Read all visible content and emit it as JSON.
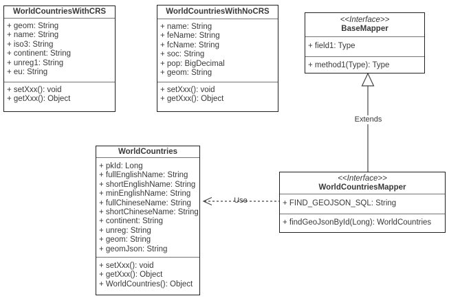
{
  "classes": {
    "with_crs": {
      "title": "WorldCountriesWithCRS",
      "attributes": [
        "+ geom: String",
        "+ name: String",
        "+ iso3: String",
        "+ continent: String",
        "+ unreg1: String",
        "+ eu: String"
      ],
      "methods": [
        "+ setXxx(): void",
        "+ getXxx(): Object"
      ]
    },
    "no_crs": {
      "title": "WorldCountriesWithNoCRS",
      "attributes": [
        "+ name: String",
        "+ feName: String",
        "+ fcName: String",
        "+ soc: String",
        "+ pop: BigDecimal",
        "+ geom: String"
      ],
      "methods": [
        "+ setXxx(): void",
        "+ getXxx(): Object"
      ]
    },
    "base_mapper": {
      "stereotype": "<<Interface>>",
      "title": "BaseMapper",
      "attributes": [
        "+ field1: Type"
      ],
      "methods": [
        "+ method1(Type): Type"
      ]
    },
    "world_countries": {
      "title": "WorldCountries",
      "attributes": [
        "+ pkId: Long",
        "+ fullEnglishName: String",
        "+ shortEnglishName: String",
        "+ minEnglishName: String",
        "+ fullChineseName: String",
        "+ shortChineseName: String",
        "+ continent: String",
        "+ unreg: String",
        "+ geom: String",
        "+ geomJson: String"
      ],
      "methods": [
        "+ setXxx(): void",
        "+ getXxx(): Object",
        "+ WorldCountries(): Object"
      ]
    },
    "mapper": {
      "stereotype": "<<Interface>>",
      "title": "WorldCountriesMapper",
      "attributes": [
        "+ FIND_GEOJSON_SQL: String"
      ],
      "methods": [
        "+ findGeoJsonById(Long): WorldCountries"
      ]
    }
  },
  "edges": {
    "extends": {
      "label": "Extends",
      "type": "generalization"
    },
    "use": {
      "label": "Use",
      "type": "dependency"
    }
  },
  "colors": {
    "background": "#ffffff",
    "border": "#1f1f1f",
    "separator": "#737373",
    "text": "#383838",
    "edge": "#424242"
  }
}
